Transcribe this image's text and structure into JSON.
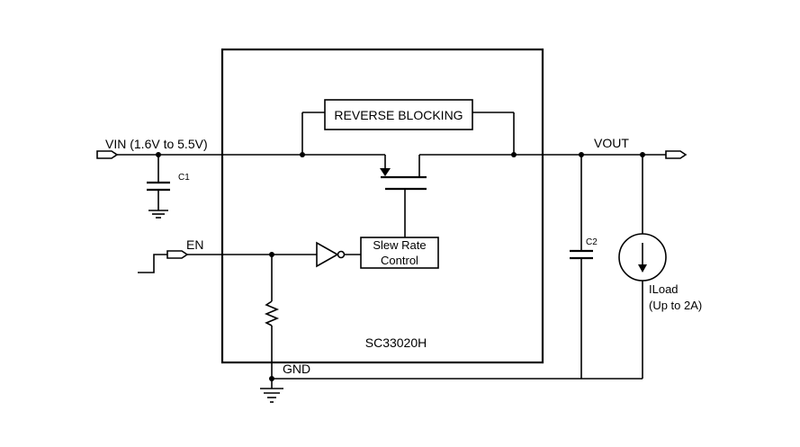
{
  "labels": {
    "vin": "VIN (1.6V to 5.5V)",
    "vout": "VOUT",
    "en": "EN",
    "gnd": "GND",
    "c1": "C1",
    "c2": "C2",
    "chip": "SC33020H",
    "reverse_blocking": "REVERSE BLOCKING",
    "slew_line1": "Slew Rate",
    "slew_line2": "Control",
    "iload_line1": "ILoad",
    "iload_line2": "(Up to 2A)"
  }
}
